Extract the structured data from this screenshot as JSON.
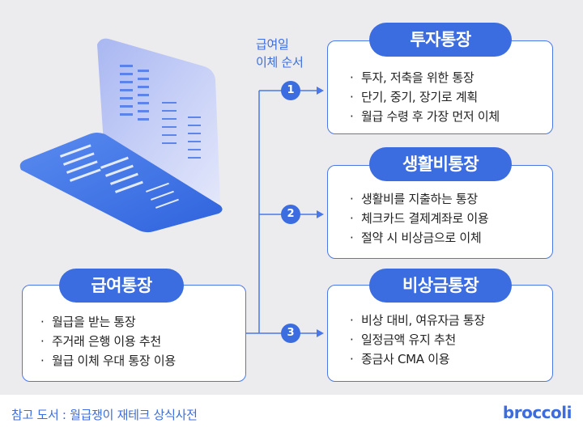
{
  "colors": {
    "accent": "#3b6de0",
    "background": "#ececee"
  },
  "transfer_order": {
    "line1": "급여일",
    "line2": "이체 순서"
  },
  "salary_account": {
    "title": "급여통장",
    "items": [
      "월급을 받는 통장",
      "주거래 은행 이용 추천",
      "월급 이체 우대 통장 이용"
    ]
  },
  "accounts": [
    {
      "step": "1",
      "title": "투자통장",
      "items": [
        "투자, 저축을 위한 통장",
        "단기, 중기, 장기로 계획",
        "월급 수령 후 가장 먼저 이체"
      ]
    },
    {
      "step": "2",
      "title": "생활비통장",
      "items": [
        "생활비를 지출하는 통장",
        "체크카드 결제계좌로 이용",
        "절약 시 비상금으로 이체"
      ]
    },
    {
      "step": "3",
      "title": "비상금통장",
      "items": [
        "비상 대비, 여유자금 통장",
        "일정금액 유지 추천",
        "종금사 CMA 이용"
      ]
    }
  ],
  "footer": {
    "reference": "참고 도서 : 월급쟁이 재테크 상식사전",
    "brand": "broccoli"
  }
}
